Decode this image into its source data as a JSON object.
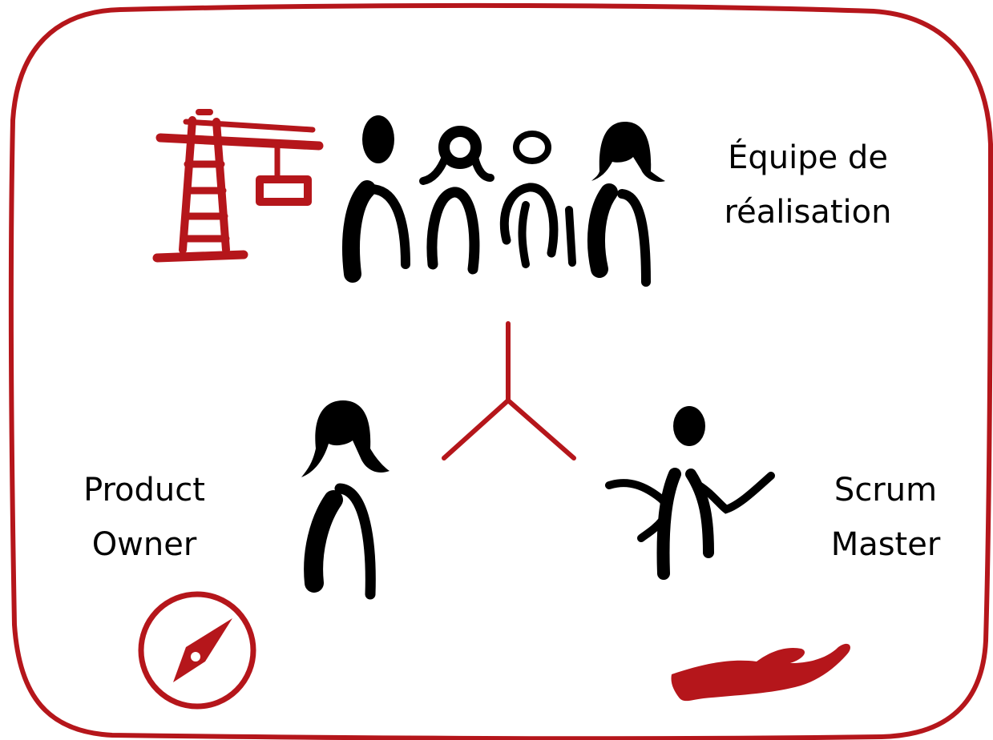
{
  "colors": {
    "accent": "#b5161b",
    "ink": "#000000",
    "background": "#ffffff"
  },
  "roles": {
    "team": {
      "line1": "Équipe de",
      "line2": "réalisation",
      "icon": "crane-icon"
    },
    "product_owner": {
      "line1": "Product",
      "line2": "Owner",
      "icon": "compass-icon"
    },
    "scrum_master": {
      "line1": "Scrum",
      "line2": "Master",
      "icon": "open-hand-icon"
    }
  }
}
